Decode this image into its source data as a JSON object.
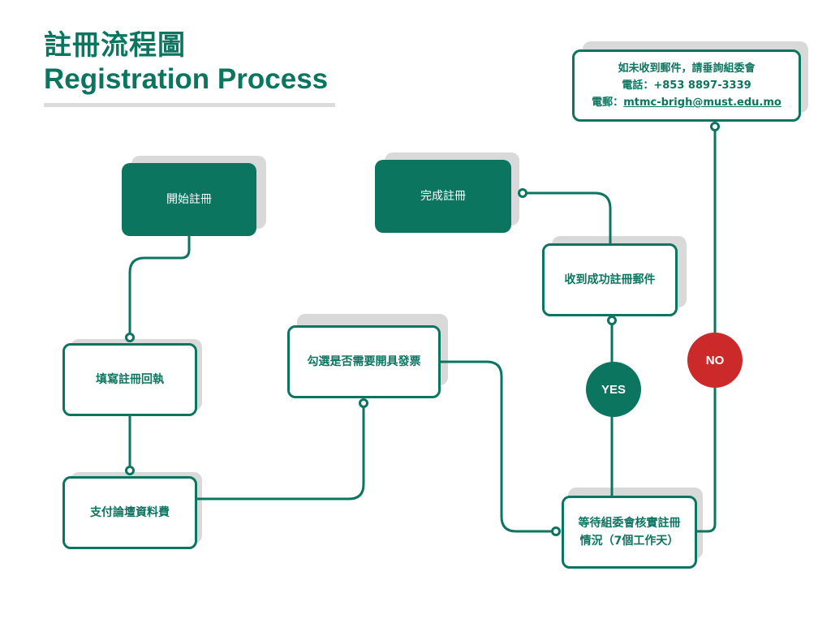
{
  "header": {
    "title_cn": "註冊流程圖",
    "title_en": "Registration Process"
  },
  "colors": {
    "primary": "#0b7560",
    "no_red": "#cc2a2a",
    "shadow": "#d9d9d9"
  },
  "nodes": {
    "start": "開始註冊",
    "fill_form": "填寫註冊回執",
    "pay_fee": "支付論壇資料費",
    "invoice": "勾選是否需要開具發票",
    "wait_verify_line1": "等待組委會核實註冊",
    "wait_verify_line2": "情況（7個工作天）",
    "receive_email": "收到成功註冊郵件",
    "complete": "完成註冊"
  },
  "decisions": {
    "yes": "YES",
    "no": "NO"
  },
  "contact": {
    "line1": "如未收到郵件，請垂詢組委會",
    "phone_label": "電話：",
    "phone": "+853 8897-3339",
    "email_label": "電郵：",
    "email": "mtmc-brigh@must.edu.mo"
  }
}
